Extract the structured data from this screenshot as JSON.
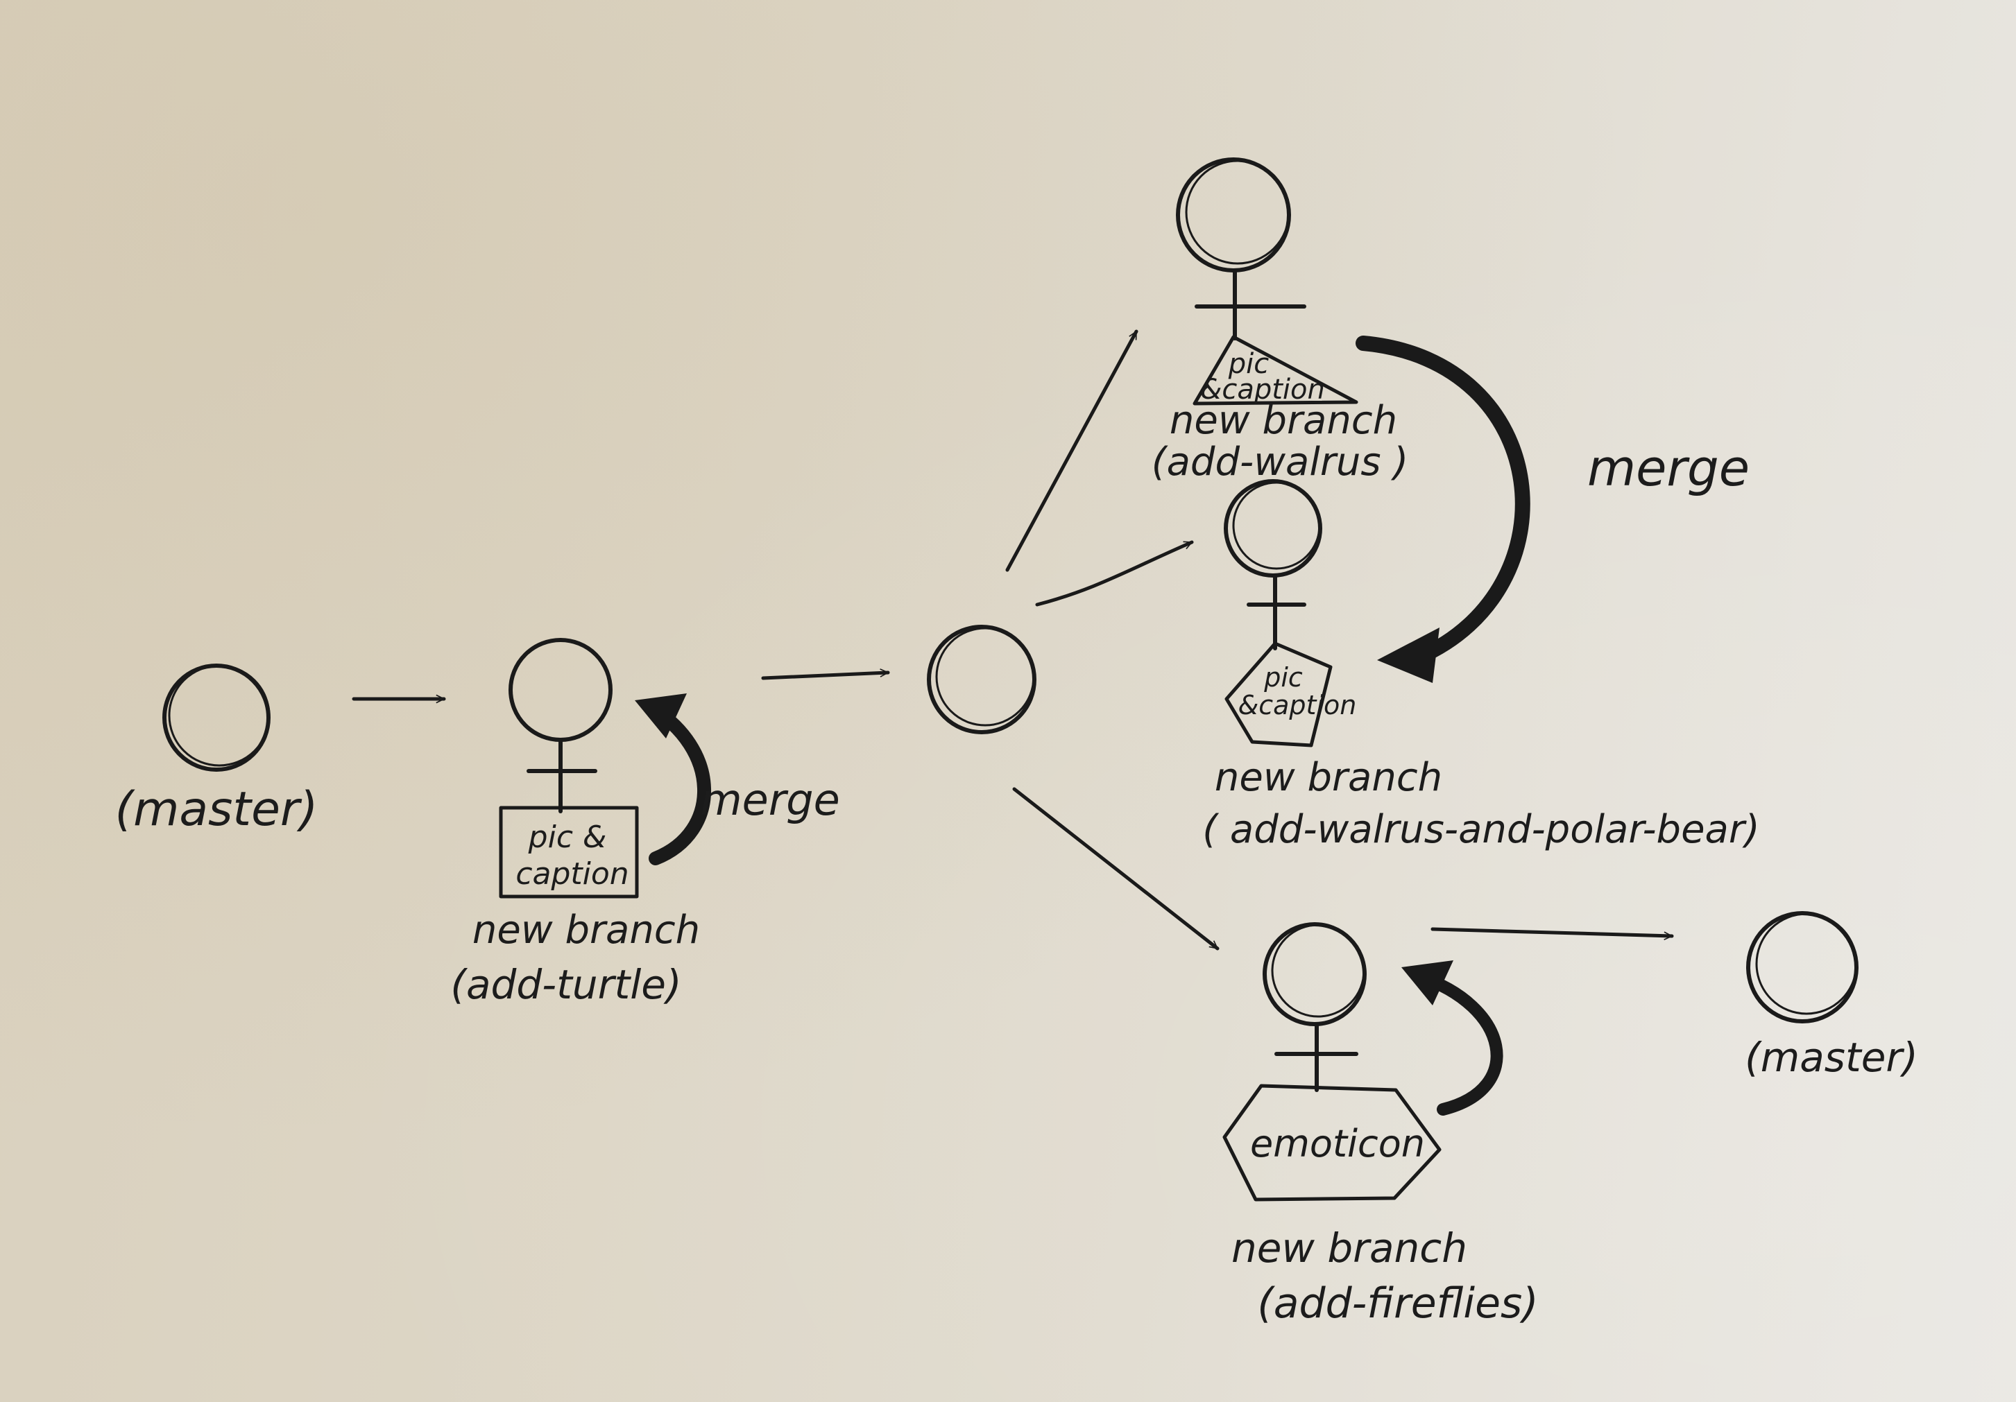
{
  "labels": {
    "master_start": "(master)",
    "master_end": "(master)",
    "new_branch": "new branch",
    "turtle_branch": "(add-turtle)",
    "walrus_branch": "(add-walrus )",
    "walrus_polar_branch": "( add-walrus-and-polar-bear)",
    "fireflies_branch": "(add-fireflies)"
  },
  "commit_contents": {
    "turtle_line1": "pic &",
    "turtle_line2": "caption",
    "walrus_line1": "pic",
    "walrus_line2": "&caption",
    "walrus_polar_line1": "pic",
    "walrus_polar_line2": "&caption",
    "fireflies": "emoticon"
  },
  "merge_labels": {
    "turtle": "merge",
    "walrus": "merge"
  },
  "ink_color": "#1a1a1a"
}
